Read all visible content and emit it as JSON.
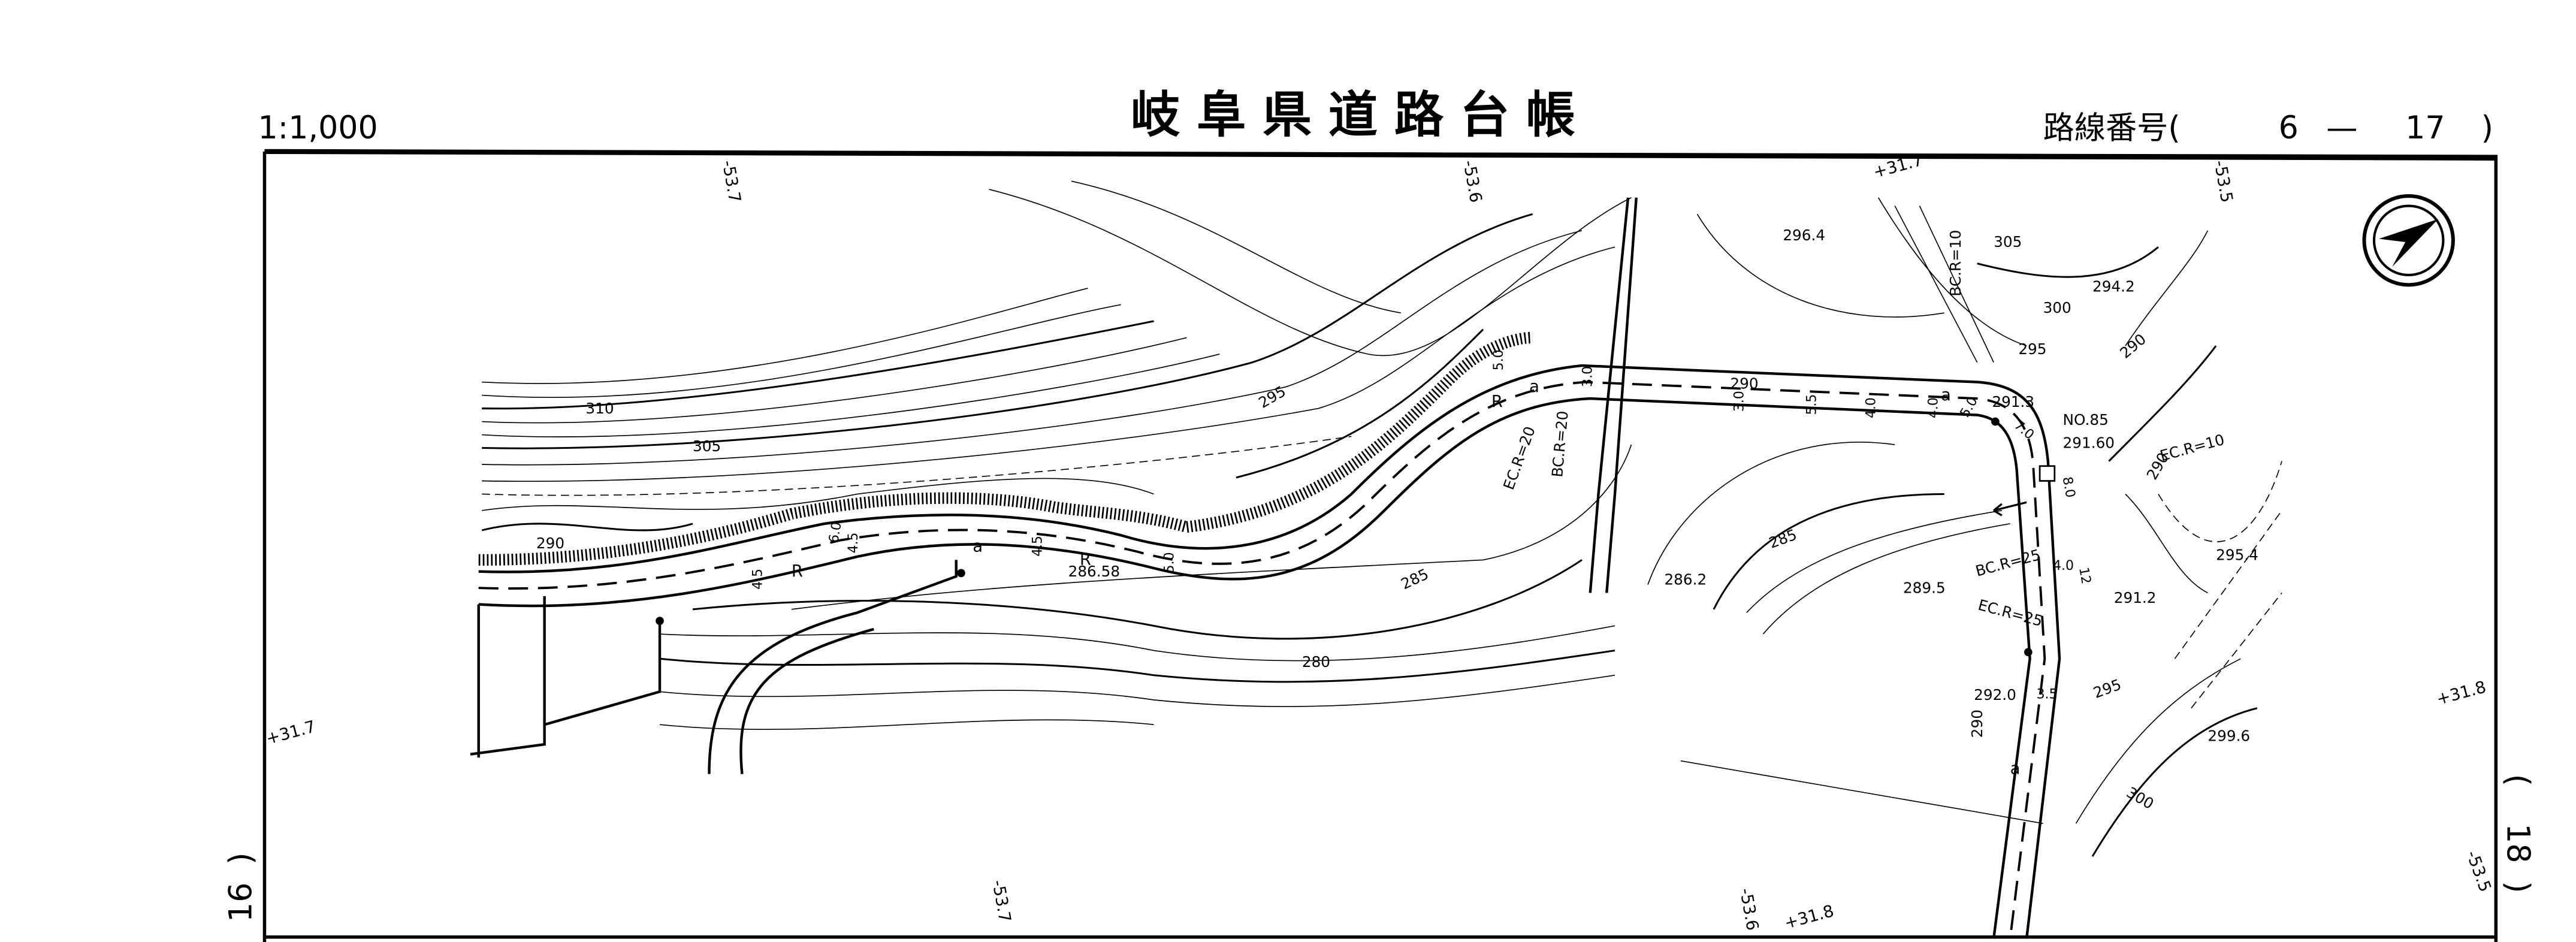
{
  "header": {
    "scale": "1:1,000",
    "title": "岐阜県道路台帳",
    "route_label": "路線番号(",
    "route_a": "6",
    "route_sep": "—",
    "route_b": "17",
    "route_close": ")"
  },
  "adjacent_sheets": {
    "left": "16",
    "right": "18"
  },
  "grid_ticks": [
    "-53.7",
    "-53.6",
    "+31.7",
    "-53.5",
    "+31.8",
    "+31.7",
    "-53.7",
    "-53.6",
    "+31.8",
    "-53.5"
  ],
  "contour_labels": [
    "310",
    "305",
    "295",
    "290",
    "285",
    "280",
    "296.4",
    "290",
    "305",
    "300",
    "294.2",
    "295",
    "290",
    "290",
    "285",
    "295",
    "290",
    "300"
  ],
  "spot_heights": [
    "286.58",
    "286.2",
    "291.3",
    "291.60",
    "289.5",
    "291.2",
    "295.4",
    "292.0",
    "299.6"
  ],
  "station": "NO.85",
  "curve_labels": [
    "BC.R=20",
    "EC.R=20",
    "BC.R=10",
    "EC.R=10",
    "BC.R=25",
    "EC.R=25"
  ],
  "width_labels": [
    "4.5",
    "6.0",
    "4.5",
    "4.5",
    "5.0",
    "5.0",
    "3.0",
    "3.0",
    "5.5",
    "4.0",
    "4.0",
    "5.0",
    "7.0",
    "8.0",
    "4.0",
    "12",
    "3.5"
  ],
  "surface_marks": [
    "a",
    "R",
    "R",
    "a",
    "R",
    "a",
    "a"
  ]
}
